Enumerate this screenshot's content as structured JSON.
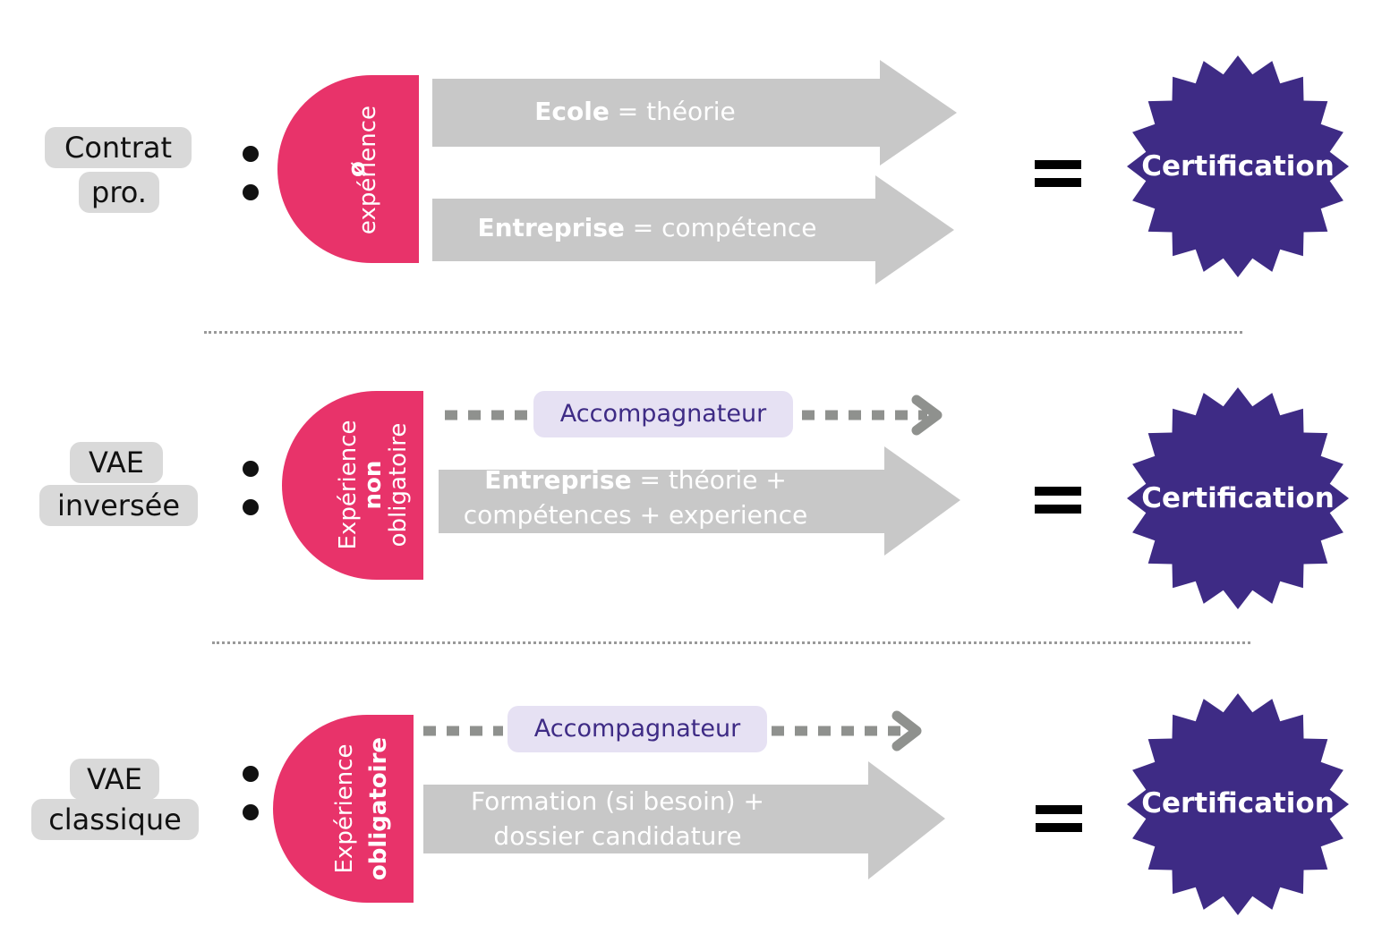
{
  "colors": {
    "badge": "#e8336a",
    "arrow": "#c8c8c8",
    "seal": "#3e2b85",
    "label_bg": "#d9d9d9",
    "pill_bg": "#e6e1f3",
    "pill_text": "#3e2b85",
    "dashed_arrow": "#8f918e"
  },
  "rows": [
    {
      "label_lines": [
        "Contrat",
        "pro."
      ],
      "badge": {
        "line1": "ø",
        "line2": "expérience"
      },
      "arrows": [
        {
          "bold": "Ecole",
          "rest": " = théorie"
        },
        {
          "bold": "Entreprise",
          "rest": " = compétence"
        }
      ],
      "equals": "=",
      "result": "Certification"
    },
    {
      "label_lines": [
        "VAE",
        "inversée"
      ],
      "badge": {
        "line1": "Expérience",
        "line2": "non",
        "line3": "obligatoire"
      },
      "helper": "Accompagnateur",
      "arrow": {
        "bold": "Entreprise",
        "rest": " = théorie +",
        "line2": "compétences + experience"
      },
      "equals": "=",
      "result": "Certification"
    },
    {
      "label_lines": [
        "VAE",
        "classique"
      ],
      "badge": {
        "line1": "Expérience",
        "line2": "obligatoire"
      },
      "helper": "Accompagnateur",
      "arrow": {
        "line1": "Formation (si besoin) +",
        "line2": "dossier candidature"
      },
      "equals": "=",
      "result": "Certification"
    }
  ]
}
